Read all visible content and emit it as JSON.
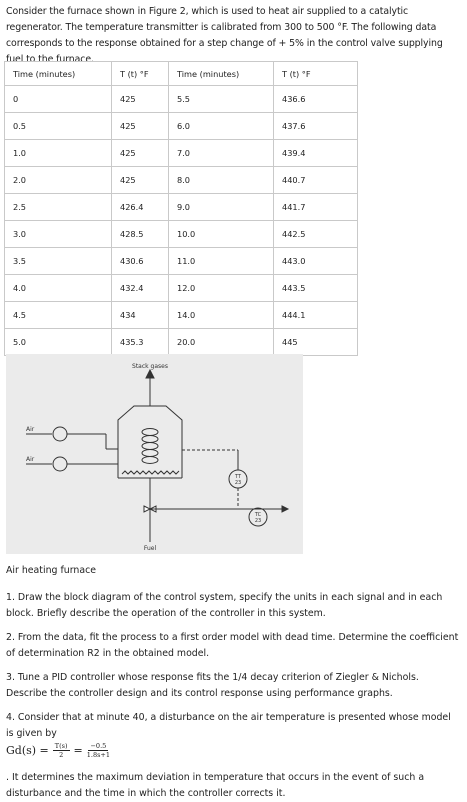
{
  "intro": "Consider the furnace shown in Figure 2, which is used to heat air supplied to a catalytic regenerator. The temperature transmitter is calibrated from 300 to 500 °F. The following data corresponds to the response obtained for a step change of + 5% in the control valve supplying fuel to the furnace.",
  "table": {
    "headers": [
      "Time (minutes)",
      "T (t) °F",
      "Time (minutes)",
      "T (t) °F"
    ],
    "rows": [
      [
        "0",
        "425",
        "5.5",
        "436.6"
      ],
      [
        "0.5",
        "425",
        "6.0",
        "437.6"
      ],
      [
        "1.0",
        "425",
        "7.0",
        "439.4"
      ],
      [
        "2.0",
        "425",
        "8.0",
        "440.7"
      ],
      [
        "2.5",
        "426.4",
        "9.0",
        "441.7"
      ],
      [
        "3.0",
        "428.5",
        "10.0",
        "442.5"
      ],
      [
        "3.5",
        "430.6",
        "11.0",
        "443.0"
      ],
      [
        "4.0",
        "432.4",
        "12.0",
        "443.5"
      ],
      [
        "4.5",
        "434",
        "14.0",
        "444.1"
      ],
      [
        "5.0",
        "435.3",
        "20.0",
        "445"
      ]
    ]
  },
  "diagram": {
    "stack_label": "Stack gases",
    "air_label_1": "Air",
    "air_label_2": "Air",
    "fuel_label": "Fuel",
    "tt_label": "TT",
    "tt_num": "23",
    "tc_label": "TC",
    "tc_num": "23"
  },
  "caption": "Air heating furnace",
  "questions": {
    "q1": "1. Draw the block diagram of the control system, specify the units in each signal and in each block. Briefly describe the operation of the controller in this system.",
    "q2": "2. From the data, fit the process to a first order model with dead time. Determine the coefficient of determination R2 in the obtained model.",
    "q3": "3. Tune a PID controller whose response fits the 1/4 decay criterion of Ziegler & Nichols. Describe the controller design and its control response using performance graphs.",
    "q4": "4. Consider that at minute 40, a disturbance on the air temperature is presented whose model is given by",
    "q4_end": ". It determines the maximum deviation in temperature that occurs in the event of such a disturbance and the time in which the controller corrects it."
  },
  "formula": {
    "lhs": "Gd(s) =",
    "f1_num": "T(s)",
    "f1_den": "2",
    "eq": "=",
    "f2_num": "−0.5",
    "f2_den": "1.8s+1"
  }
}
